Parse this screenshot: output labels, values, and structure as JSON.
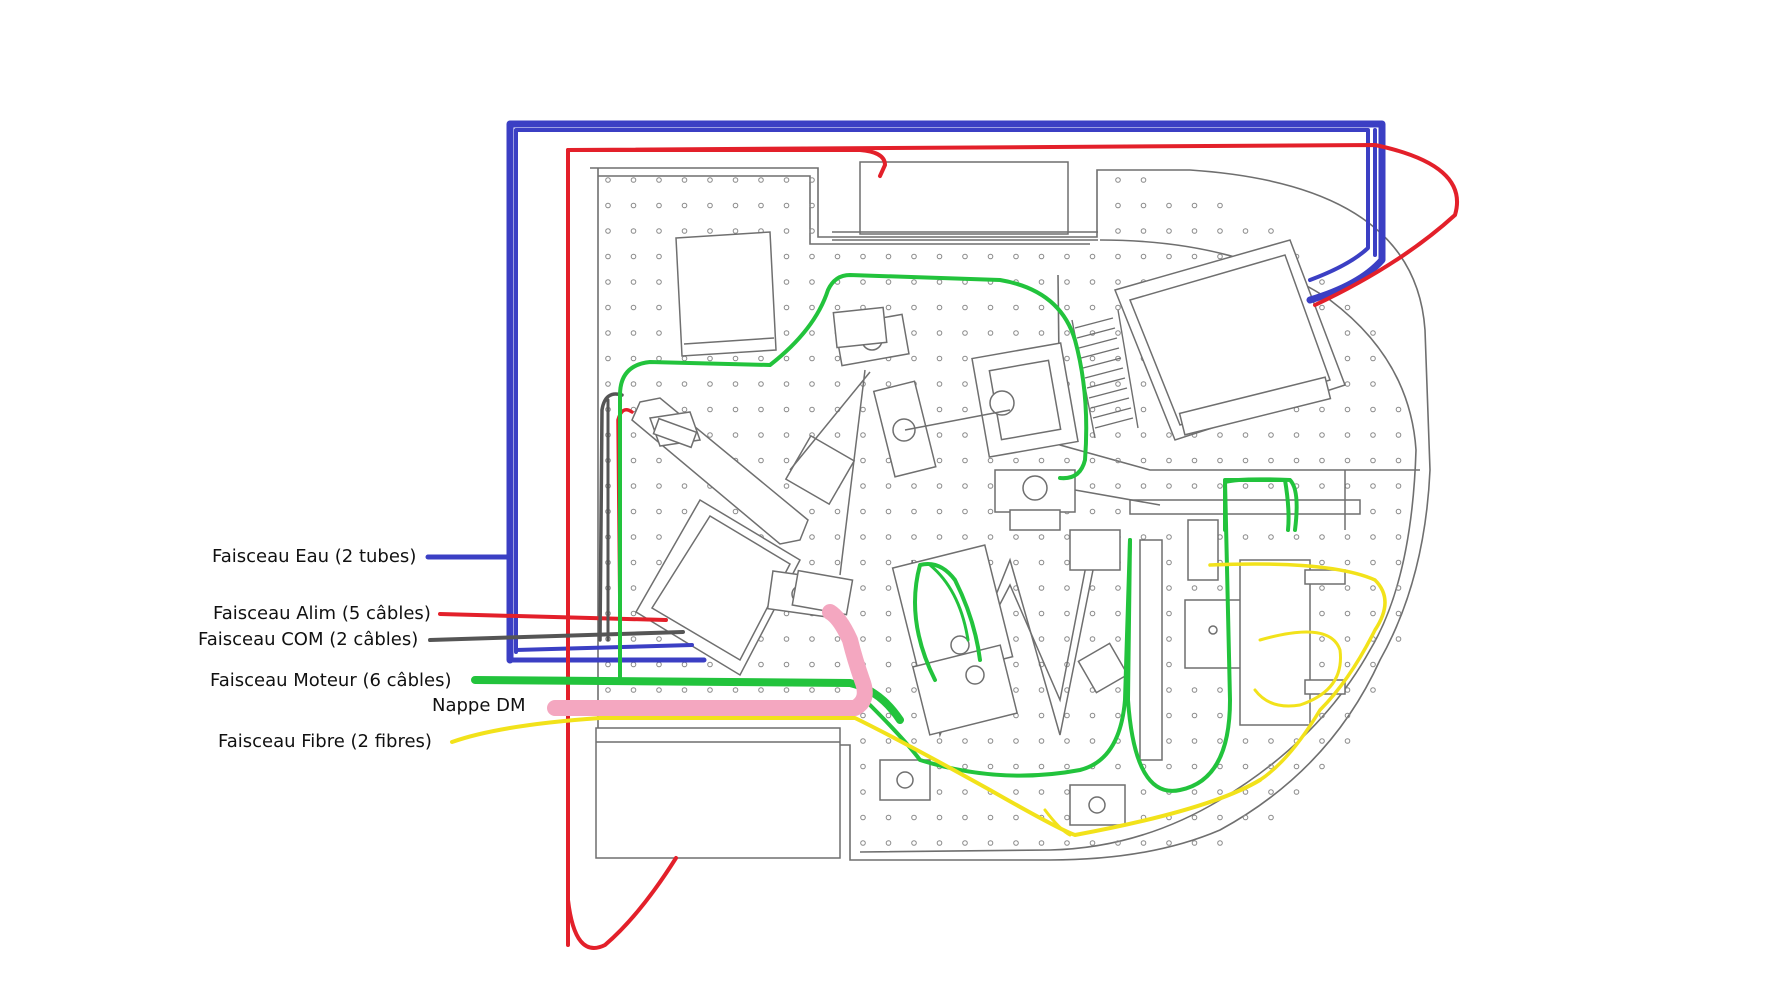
{
  "legend": [
    {
      "id": "eau",
      "label": "Faisceau Eau (2 tubes)",
      "color": "#3b3fc4"
    },
    {
      "id": "alim",
      "label": "Faisceau Alim (5 câbles)",
      "color": "#e3202a"
    },
    {
      "id": "com",
      "label": "Faisceau COM (2 câbles)",
      "color": "#555555"
    },
    {
      "id": "moteur",
      "label": "Faisceau Moteur (6 câbles)",
      "color": "#22c33c"
    },
    {
      "id": "nappe",
      "label": "Nappe DM",
      "color": "#f4a7c0"
    },
    {
      "id": "fibre",
      "label": "Faisceau Fibre (2 fibres)",
      "color": "#f2e21a"
    }
  ],
  "colors": {
    "line_art": "#6f6f6f",
    "board_fill": "#ffffff",
    "hole": "#8a8a8a"
  }
}
